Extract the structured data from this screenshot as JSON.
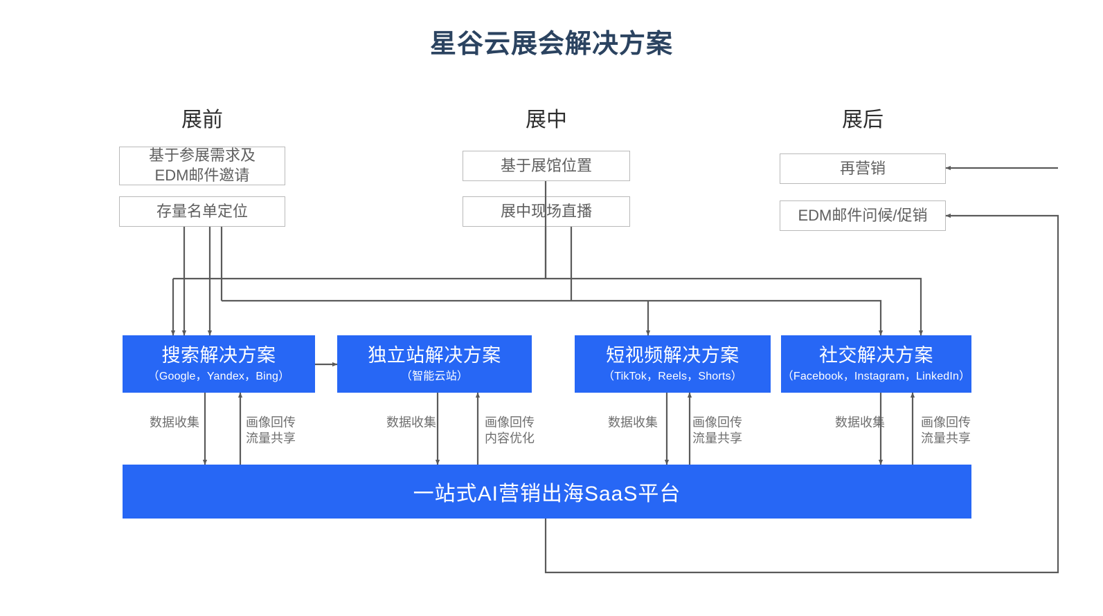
{
  "page": {
    "title": "星谷云展会解决方案",
    "title_color": "#2b4360",
    "accent_color": "#2767f5",
    "box_border_color": "#b9b9b9",
    "connector_color": "#5a5a5a"
  },
  "phases": [
    {
      "name": "pre",
      "label": "展前"
    },
    {
      "name": "mid",
      "label": "展中"
    },
    {
      "name": "post",
      "label": "展后"
    }
  ],
  "source_boxes": [
    {
      "id": "pre-1",
      "text": "基于参展需求及\nEDM邮件邀请"
    },
    {
      "id": "pre-2",
      "text": "存量名单定位"
    },
    {
      "id": "mid-1",
      "text": "基于展馆位置"
    },
    {
      "id": "mid-2",
      "text": "展中现场直播"
    },
    {
      "id": "post-1",
      "text": "再营销"
    },
    {
      "id": "post-2",
      "text": "EDM邮件问候/促销"
    }
  ],
  "solutions": [
    {
      "id": "search",
      "title": "搜索解决方案",
      "subtitle": "（Google，Yandex，Bing）"
    },
    {
      "id": "website",
      "title": "独立站解决方案",
      "subtitle": "（智能云站）"
    },
    {
      "id": "video",
      "title": "短视频解决方案",
      "subtitle": "（TikTok，Reels，Shorts）"
    },
    {
      "id": "social",
      "title": "社交解决方案",
      "subtitle": "（Facebook，Instagram，LinkedIn）"
    }
  ],
  "flow_labels": [
    {
      "id": "search-down",
      "text": "数据收集"
    },
    {
      "id": "search-up",
      "text": "画像回传\n流量共享"
    },
    {
      "id": "website-down",
      "text": "数据收集"
    },
    {
      "id": "website-up",
      "text": "画像回传\n内容优化"
    },
    {
      "id": "video-down",
      "text": "数据收集"
    },
    {
      "id": "video-up",
      "text": "画像回传\n流量共享"
    },
    {
      "id": "social-down",
      "text": "数据收集"
    },
    {
      "id": "social-up",
      "text": "画像回传\n流量共享"
    }
  ],
  "platform": {
    "label": "一站式AI营销出海SaaS平台"
  }
}
